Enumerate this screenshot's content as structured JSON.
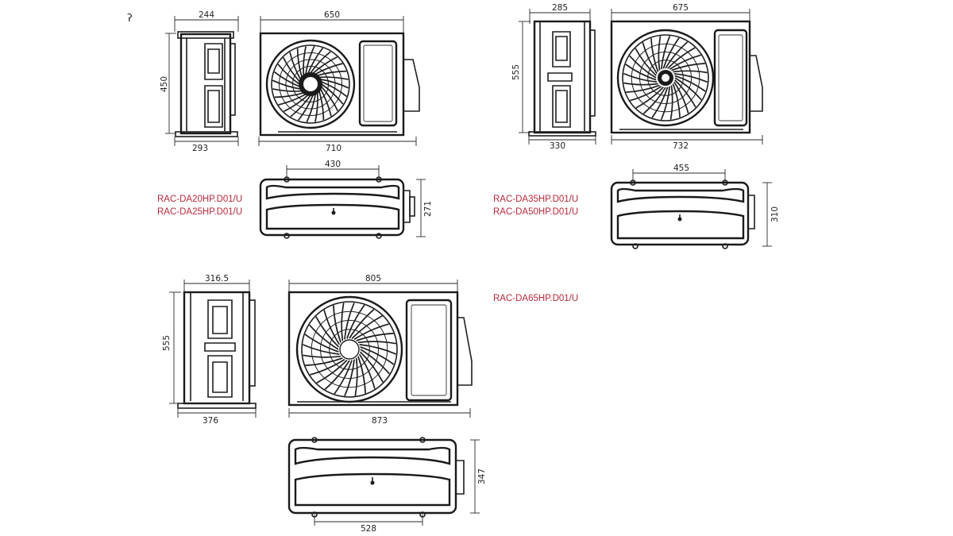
{
  "corner_mark": "ʔ",
  "colors": {
    "label": "#b52a3c",
    "line": "#1e1e1e"
  },
  "groups": [
    {
      "models": [
        "RAC-DA20HP.D01/U",
        "RAC-DA25HP.D01/U"
      ],
      "side_top_width": "244",
      "side_height": "450",
      "side_base_width": "293",
      "front_top_width": "650",
      "front_base_width": "710",
      "top_mount_spacing": "430",
      "top_depth": "271"
    },
    {
      "models": [
        "RAC-DA35HP.D01/U",
        "RAC-DA50HP.D01/U"
      ],
      "side_top_width": "285",
      "side_height": "555",
      "side_base_width": "330",
      "front_top_width": "675",
      "front_base_width": "732",
      "top_mount_spacing": "455",
      "top_depth": "310"
    },
    {
      "models": [
        "RAC-DA65HP.D01/U"
      ],
      "side_top_width": "316.5",
      "side_height": "555",
      "side_base_width": "376",
      "front_top_width": "805",
      "front_base_width": "873",
      "top_mount_spacing": "528",
      "top_depth": "347"
    }
  ]
}
